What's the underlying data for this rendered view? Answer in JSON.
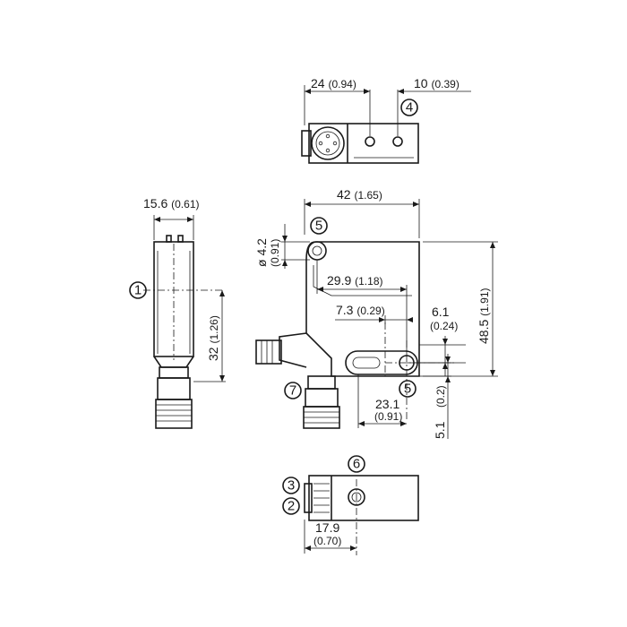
{
  "dimensions": {
    "top_width_24": {
      "value": "24",
      "inch": "(0.94)"
    },
    "top_width_10": {
      "value": "10",
      "inch": "(0.39)"
    },
    "front_width": {
      "value": "42",
      "inch": "(1.65)"
    },
    "side_width": {
      "value": "15.6",
      "inch": "(0.61)"
    },
    "hole_diameter": {
      "value": "ø 4.2",
      "inch": "(0.91)"
    },
    "hole_spacing": {
      "value": "29.9",
      "inch": "(1.18)"
    },
    "slot_offset": {
      "value": "7.3",
      "inch": "(0.29)"
    },
    "optic_offset": {
      "value": "6.1",
      "inch": "(0.24)"
    },
    "front_height": {
      "value": "48.5",
      "inch": "(1.91)"
    },
    "side_optic_height": {
      "value": "32",
      "inch": "(1.26)"
    },
    "bottom_hole_pos": {
      "value": "23.1",
      "inch": "(0.91)"
    },
    "bottom_offset": {
      "value": "5.1",
      "inch": "(0.2)"
    },
    "bottom_width": {
      "value": "17.9",
      "inch": "(0.70)"
    }
  },
  "callouts": [
    "1",
    "2",
    "3",
    "4",
    "5",
    "5",
    "6",
    "7"
  ]
}
